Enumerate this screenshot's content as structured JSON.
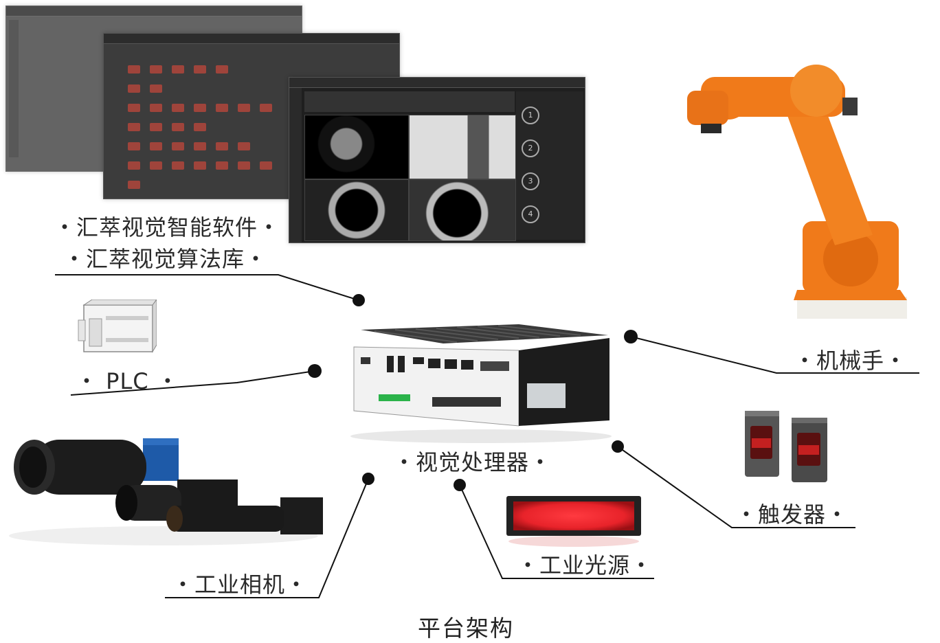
{
  "labels": {
    "software": "・汇萃视觉智能软件・",
    "algorithm": "・汇萃视觉算法库・",
    "plc": "・ PLC ・",
    "robot": "・机械手・",
    "processor": "・视觉处理器・",
    "trigger": "・触发器・",
    "camera": "・工业相机・",
    "light": "・工业光源・"
  },
  "caption": "平台架构",
  "software_steps": [
    "1",
    "2",
    "3",
    "4"
  ],
  "colors": {
    "robot": "#f07a1a",
    "light": "#e8232a",
    "sensor": "#5a5a5a",
    "line": "#111111"
  },
  "icons": [
    "plc-device-icon",
    "robot-arm-icon",
    "photoelectric-sensor-icon",
    "industrial-camera-icon",
    "led-bar-light-icon",
    "vision-processor-icon"
  ]
}
